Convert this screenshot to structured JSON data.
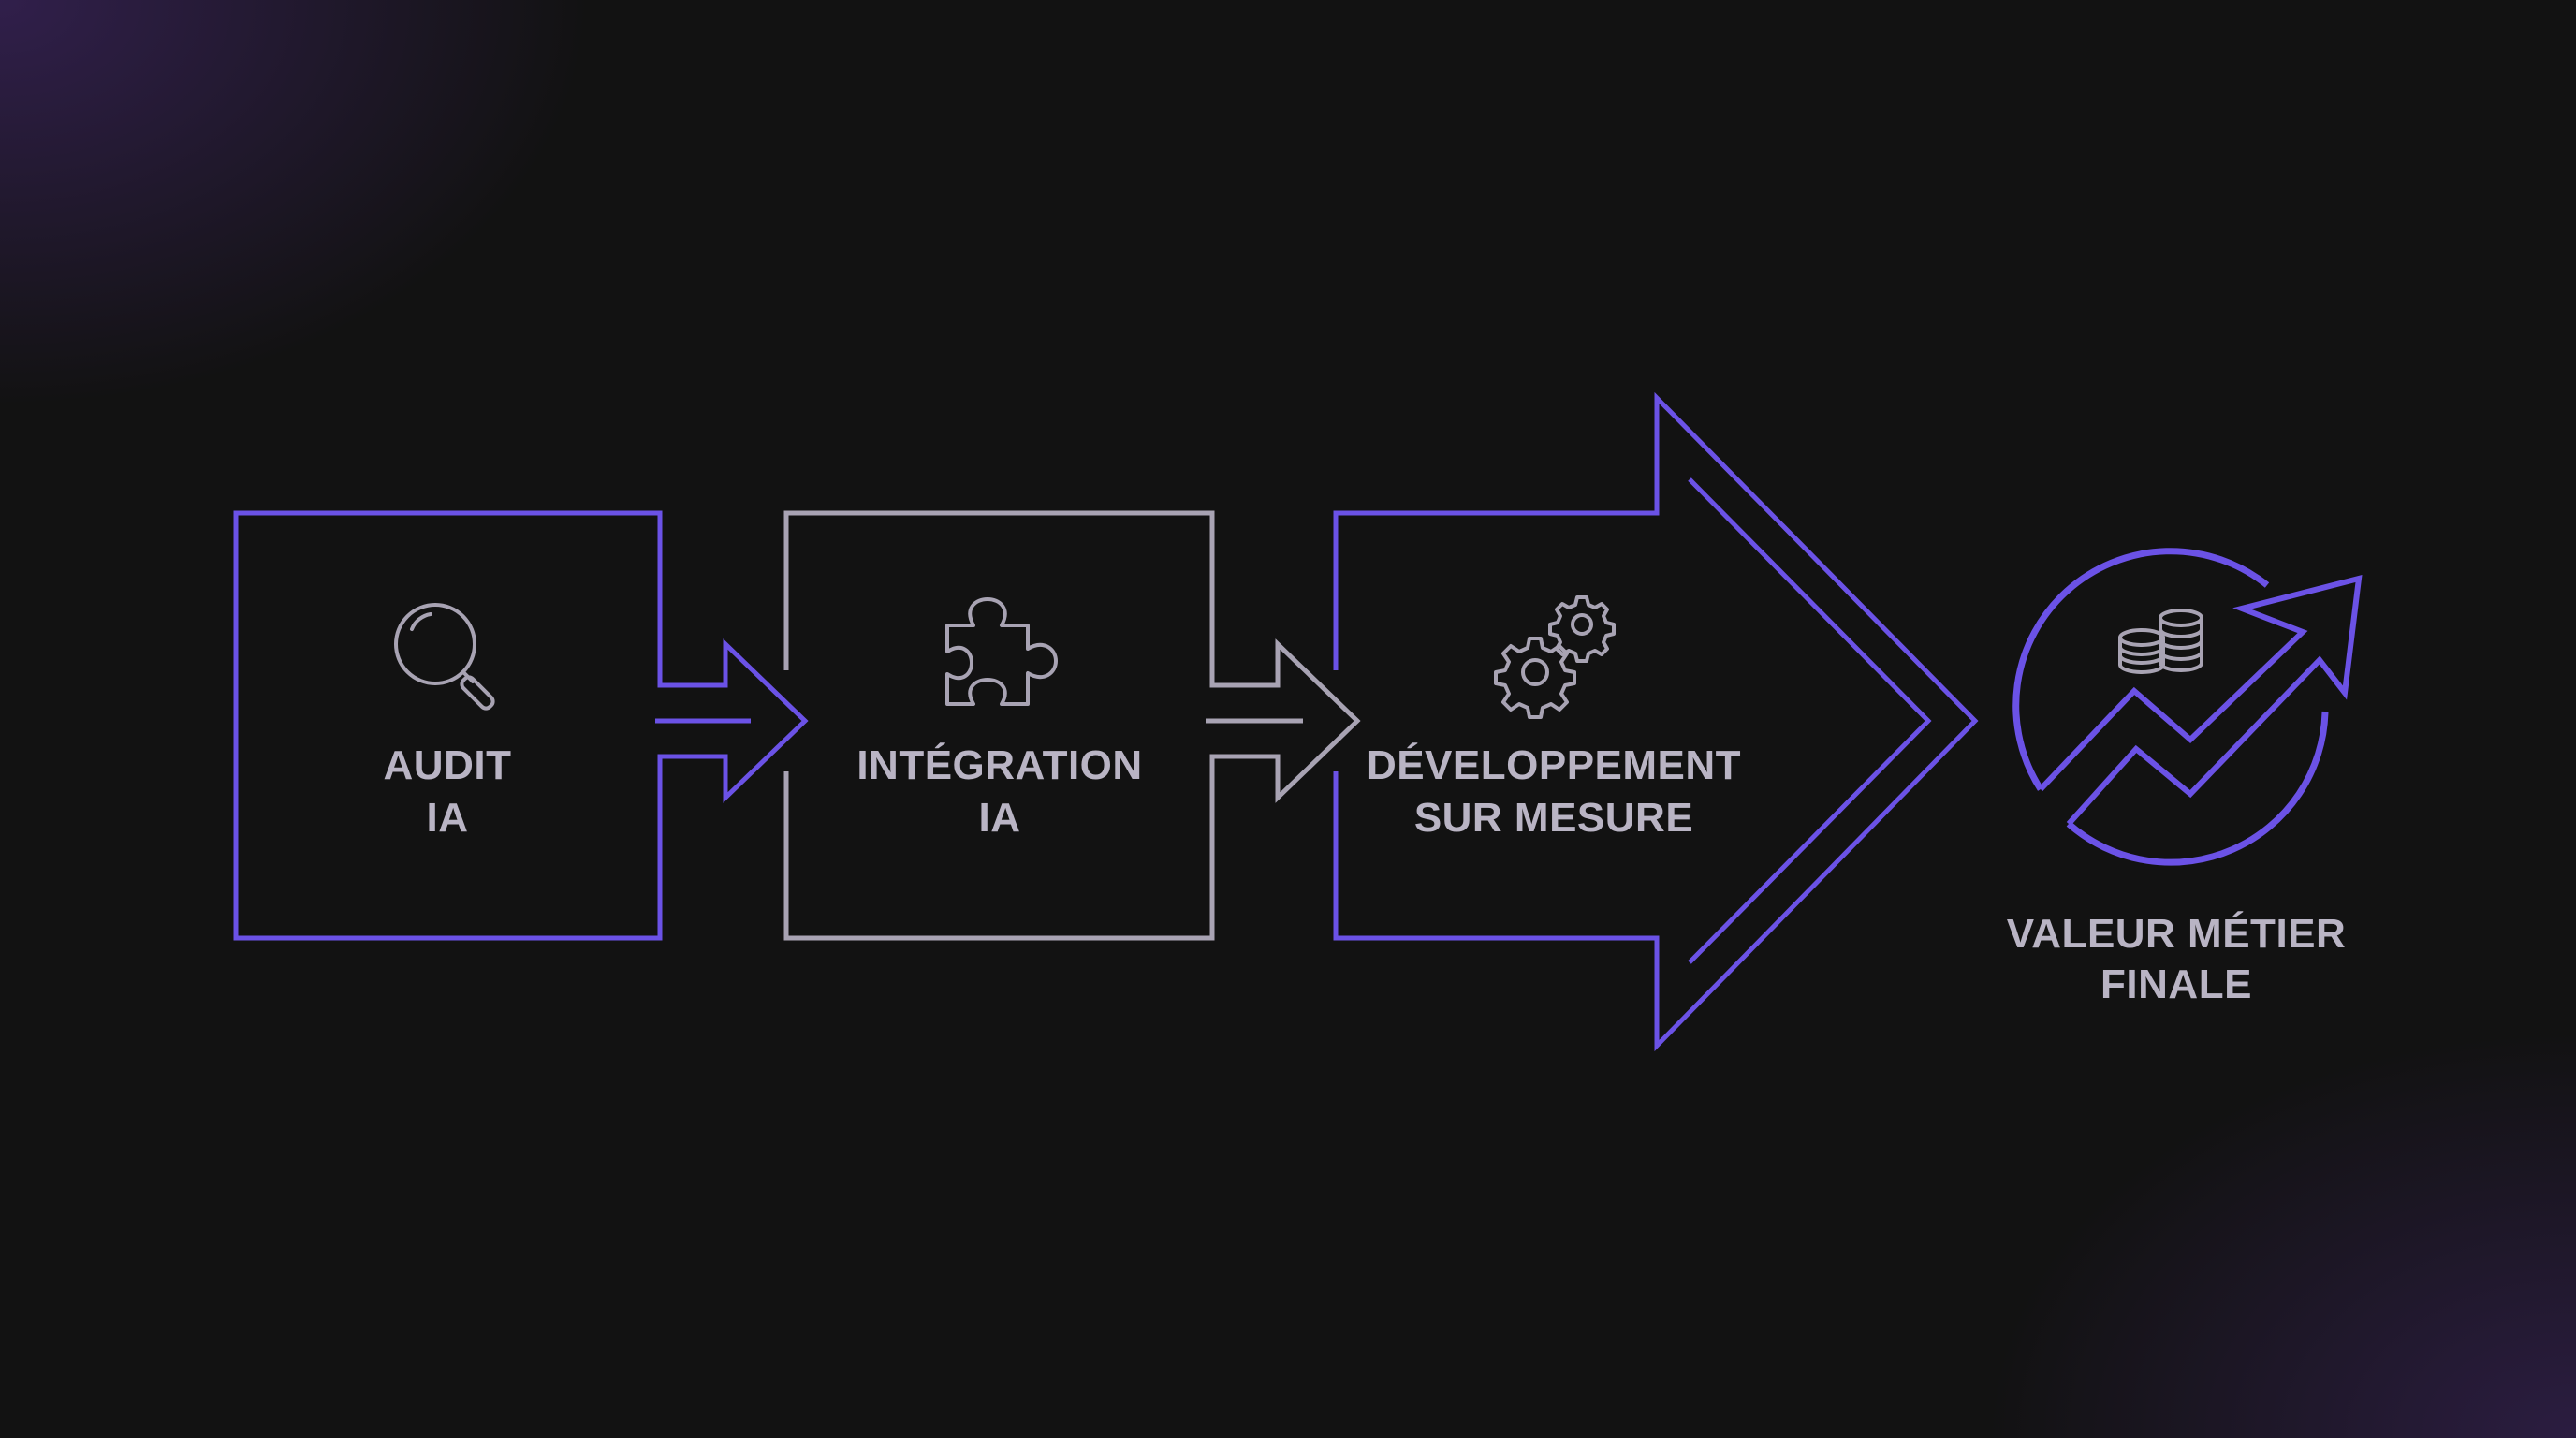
{
  "colors": {
    "background": "#121212",
    "accent": "#6b52e6",
    "neutral": "#a8a3b3",
    "text": "#b9b4c4",
    "glow": "#4a2a7a"
  },
  "steps": [
    {
      "line1": "AUDIT",
      "line2": "IA",
      "icon": "magnifier-icon"
    },
    {
      "line1": "INTÉGRATION",
      "line2": "IA",
      "icon": "puzzle-icon"
    },
    {
      "line1": "DÉVELOPPEMENT",
      "line2": "SUR MESURE",
      "icon": "gears-icon"
    }
  ],
  "result": {
    "line1": "VALEUR MÉTIER",
    "line2": "FINALE",
    "icon": "coins-growth-icon"
  }
}
